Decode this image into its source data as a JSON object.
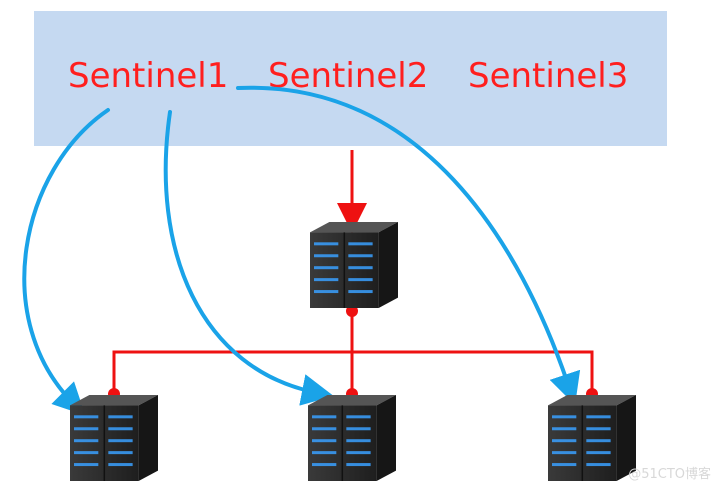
{
  "sentinels": [
    {
      "label": "Sentinel1"
    },
    {
      "label": "Sentinel2"
    },
    {
      "label": "Sentinel3"
    }
  ],
  "watermark": "@51CTO博客",
  "colors": {
    "box": "#c5d9f1",
    "sentinel_text": "#ff1f1f",
    "replication_line": "#ee1111",
    "monitor_arrow": "#1aa3e8",
    "server_body": "#2a2a2a",
    "server_led": "#3aa0ff"
  },
  "icons": {
    "server": "server-rack-icon"
  }
}
